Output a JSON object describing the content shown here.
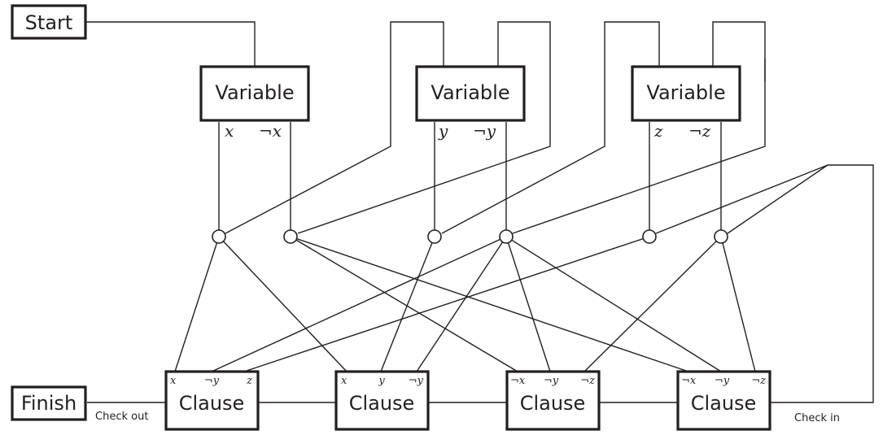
{
  "start": "Start",
  "finish": "Finish",
  "check_out": "Check out",
  "check_in": "Check in",
  "variables": [
    {
      "label": "Variable",
      "pos": "x",
      "neg": "¬x"
    },
    {
      "label": "Variable",
      "pos": "y",
      "neg": "¬y"
    },
    {
      "label": "Variable",
      "pos": "z",
      "neg": "¬z"
    }
  ],
  "clauses": [
    {
      "label": "Clause",
      "literals": [
        "x",
        "¬y",
        "z"
      ]
    },
    {
      "label": "Clause",
      "literals": [
        "x",
        "y",
        "¬y"
      ]
    },
    {
      "label": "Clause",
      "literals": [
        "¬x",
        "¬y",
        "¬z"
      ]
    },
    {
      "label": "Clause",
      "literals": [
        "¬x",
        "¬y",
        "¬z"
      ]
    }
  ]
}
